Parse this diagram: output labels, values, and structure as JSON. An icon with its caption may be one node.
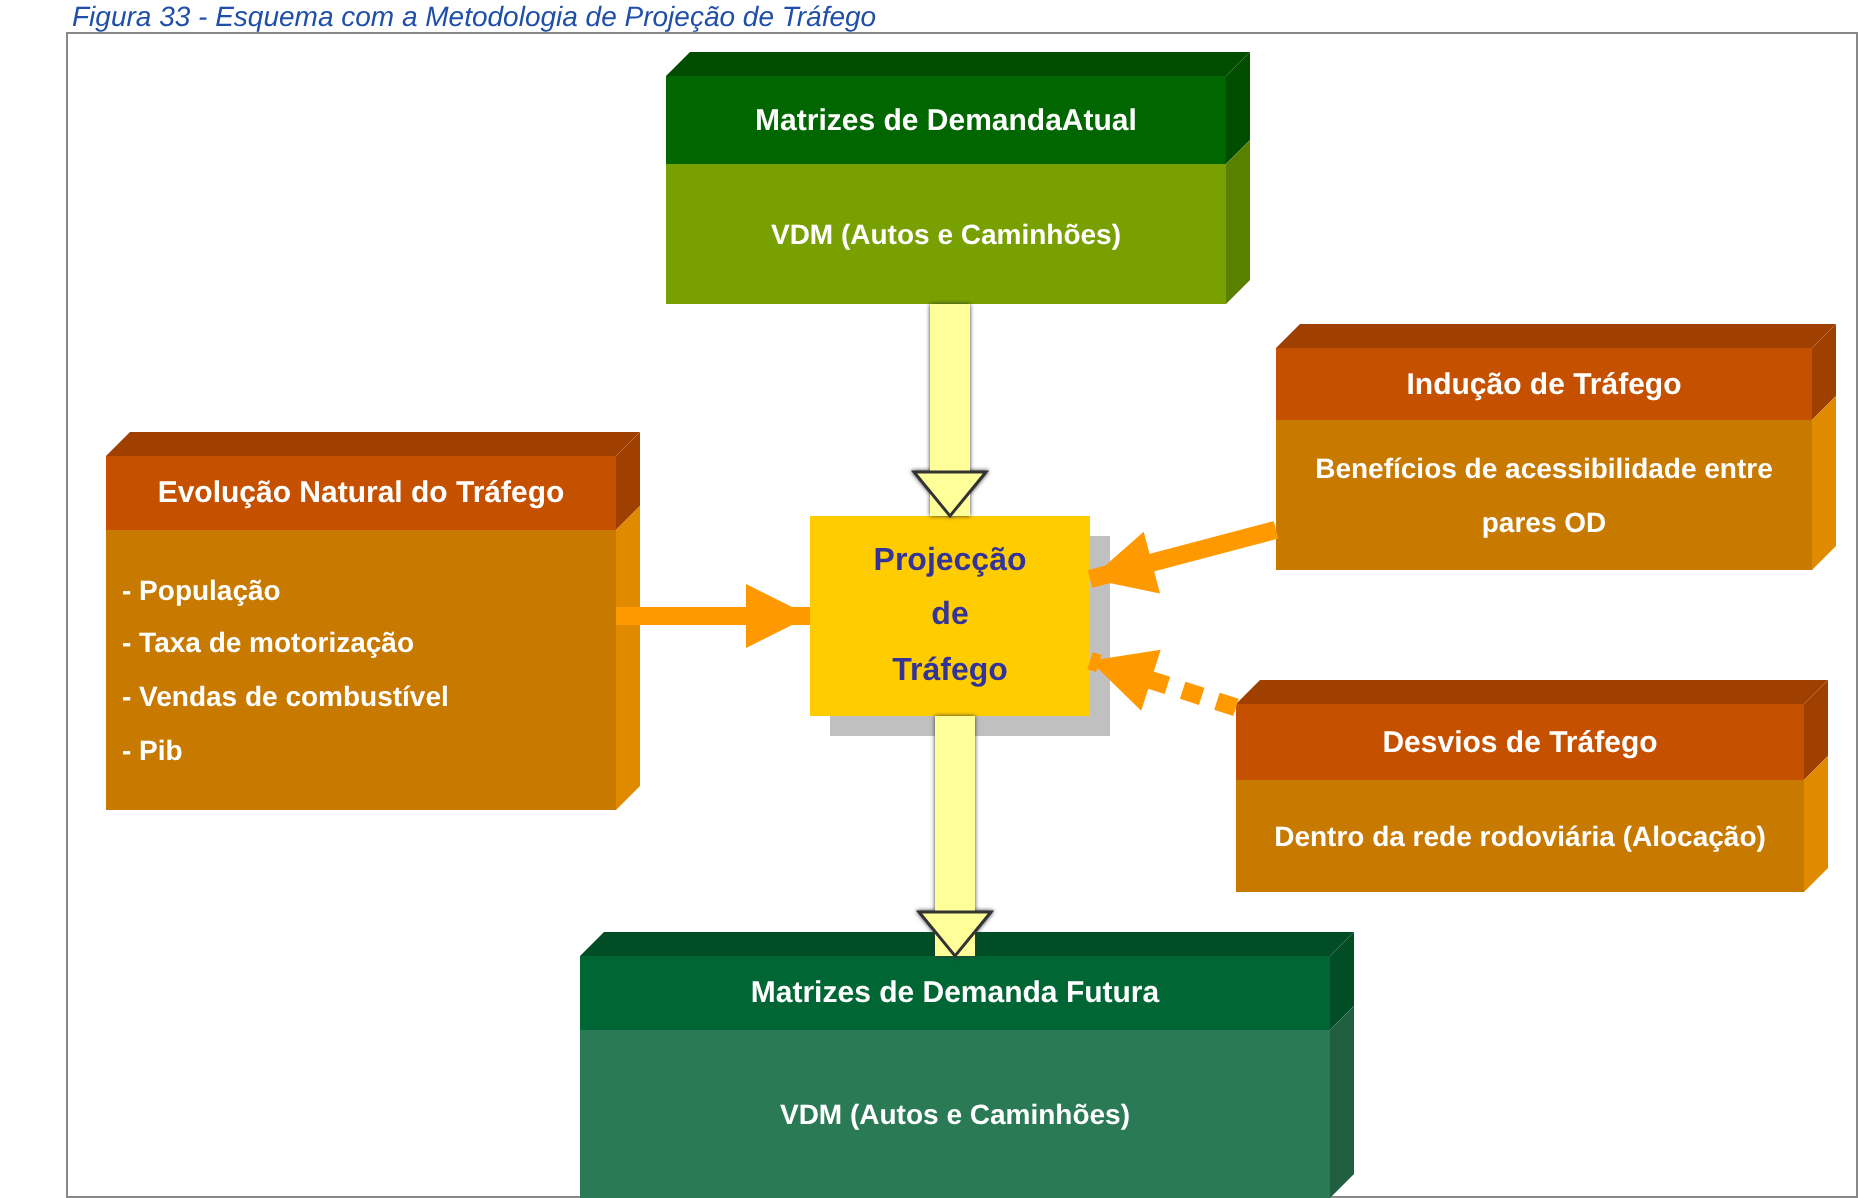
{
  "diagram": {
    "title": "Figura 33 - Esquema com a Metodologia de Projeção de Tráfego",
    "nodes": [
      {
        "text": [
          "Matrizes de DemandaAtual",
          "VDM (Autos e Caminhões)"
        ]
      },
      {
        "text": [
          "Evolução Natural do Tráfego",
          "- População",
          "- Taxa de motorização",
          "- Vendas de combustível",
          "- Pib"
        ]
      },
      {
        "text": [
          "Projecção de Tráfego"
        ]
      },
      {
        "text": [
          "Indução de Tráfego",
          "Benefícios de acessibilidade entre pares OD"
        ]
      },
      {
        "text": [
          "Desvios de Tráfego",
          "Dentro da rede rodoviária (Alocação)"
        ]
      },
      {
        "text": [
          "Matrizes de Demanda Futura",
          "VDM (Autos e Caminhões)"
        ]
      }
    ],
    "edges": [
      {
        "from": 0,
        "to": 2,
        "arrow": "to",
        "style": "thick",
        "color": "#ffff99"
      },
      {
        "from": 1,
        "to": 2,
        "arrow": "to"
      },
      {
        "from": 3,
        "to": 2,
        "arrow": "to"
      },
      {
        "from": 4,
        "to": 2,
        "arrow": "to",
        "style": "dashed"
      },
      {
        "from": 2,
        "to": 5,
        "arrow": "to",
        "style": "thick",
        "color": "#ffff99"
      }
    ]
  }
}
